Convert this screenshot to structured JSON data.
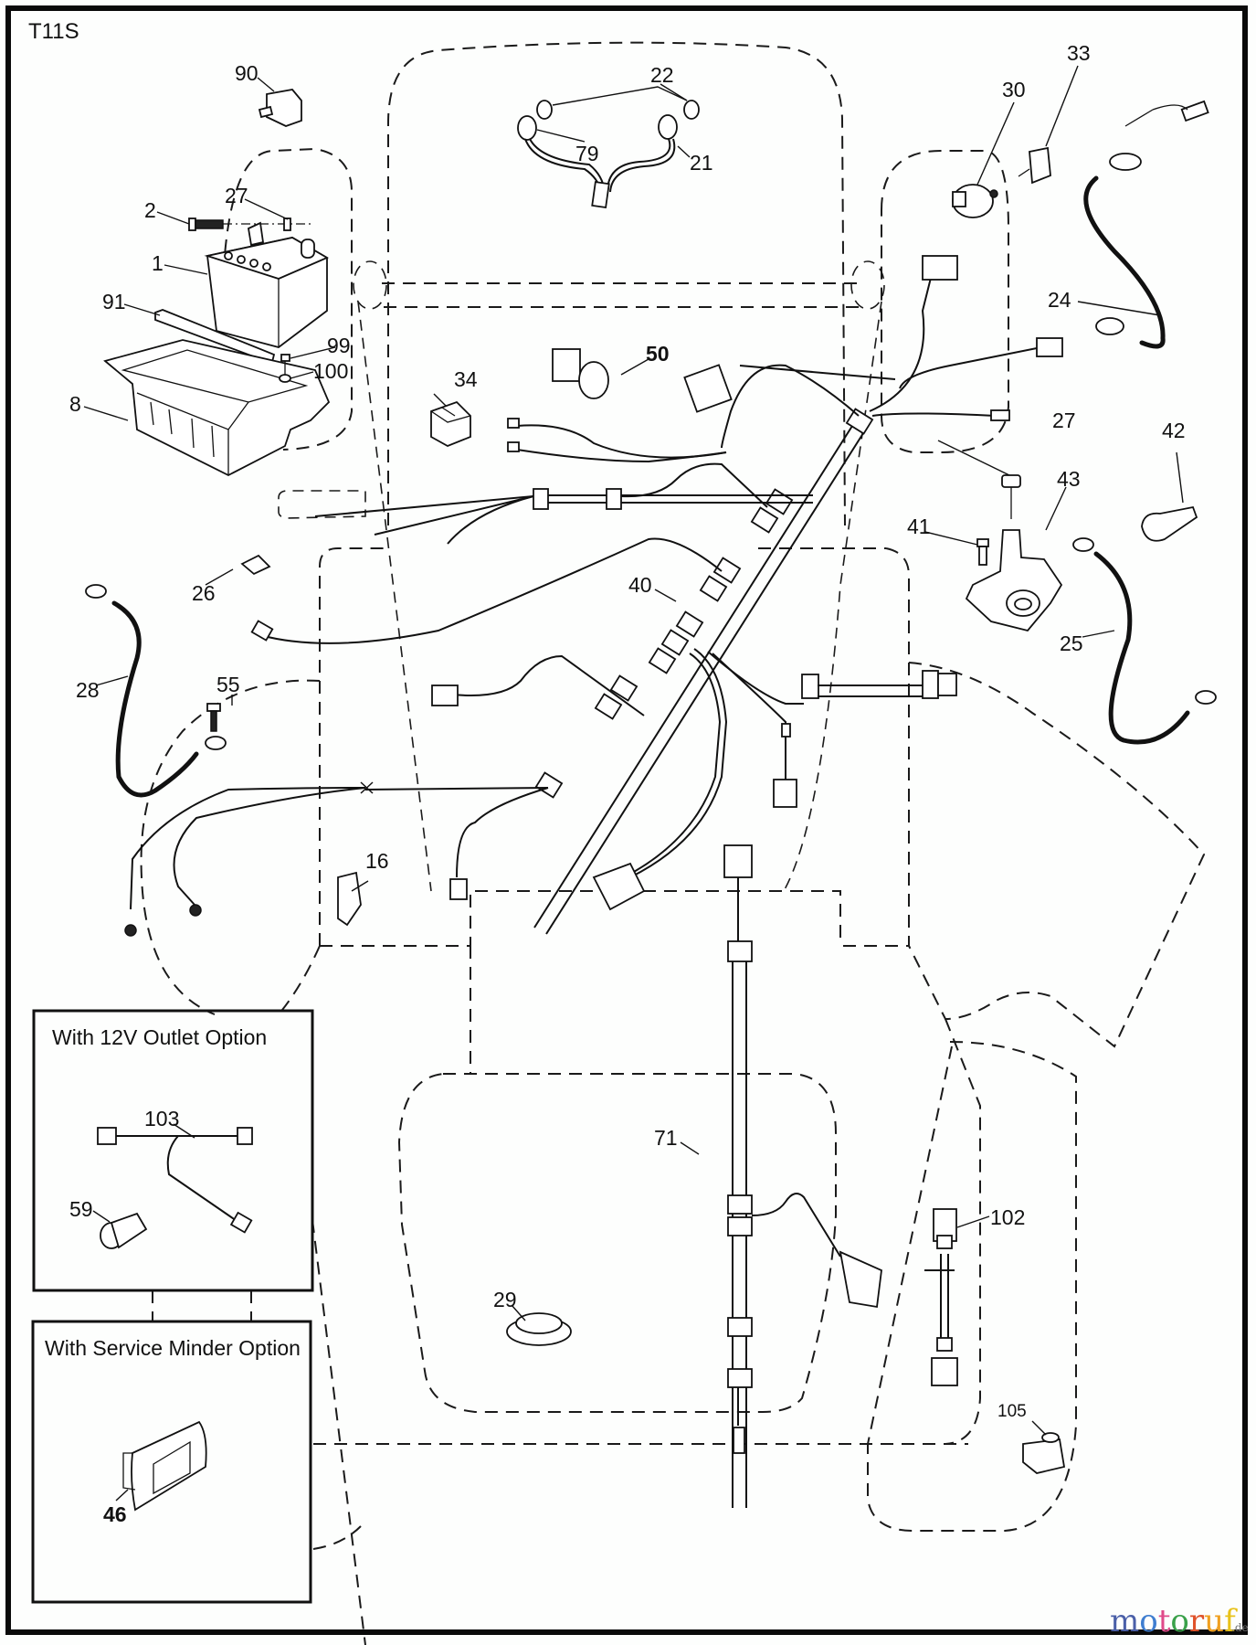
{
  "diagram": {
    "code": "T11S",
    "watermark": {
      "letters": [
        {
          "ch": "m",
          "color": "#4a5fa8"
        },
        {
          "ch": "o",
          "color": "#3f7ed0"
        },
        {
          "ch": "t",
          "color": "#e04a8a"
        },
        {
          "ch": "o",
          "color": "#3aa14a"
        },
        {
          "ch": "r",
          "color": "#e0522a"
        },
        {
          "ch": "u",
          "color": "#f0a020"
        },
        {
          "ch": "f",
          "color": "#e8c21a"
        }
      ],
      "text": "motoruf",
      "suffix": ".de"
    }
  },
  "callouts": {
    "p1": "1",
    "p2": "2",
    "p8": "8",
    "p16": "16",
    "p21": "21",
    "p22": "22",
    "p24": "24",
    "p25": "25",
    "p26": "26",
    "p27a": "27",
    "p27b": "27",
    "p28": "28",
    "p29": "29",
    "p30": "30",
    "p33": "33",
    "p34": "34",
    "p40": "40",
    "p41": "41",
    "p42": "42",
    "p43": "43",
    "p46": "46",
    "p50": "50",
    "p55": "55",
    "p59": "59",
    "p71": "71",
    "p79": "79",
    "p90": "90",
    "p91": "91",
    "p99": "99",
    "p100": "100",
    "p102": "102",
    "p103": "103",
    "p105": "105"
  },
  "options": {
    "outlet": {
      "title": "With 12V Outlet Option"
    },
    "service_minder": {
      "title": "With Service Minder Option"
    }
  }
}
